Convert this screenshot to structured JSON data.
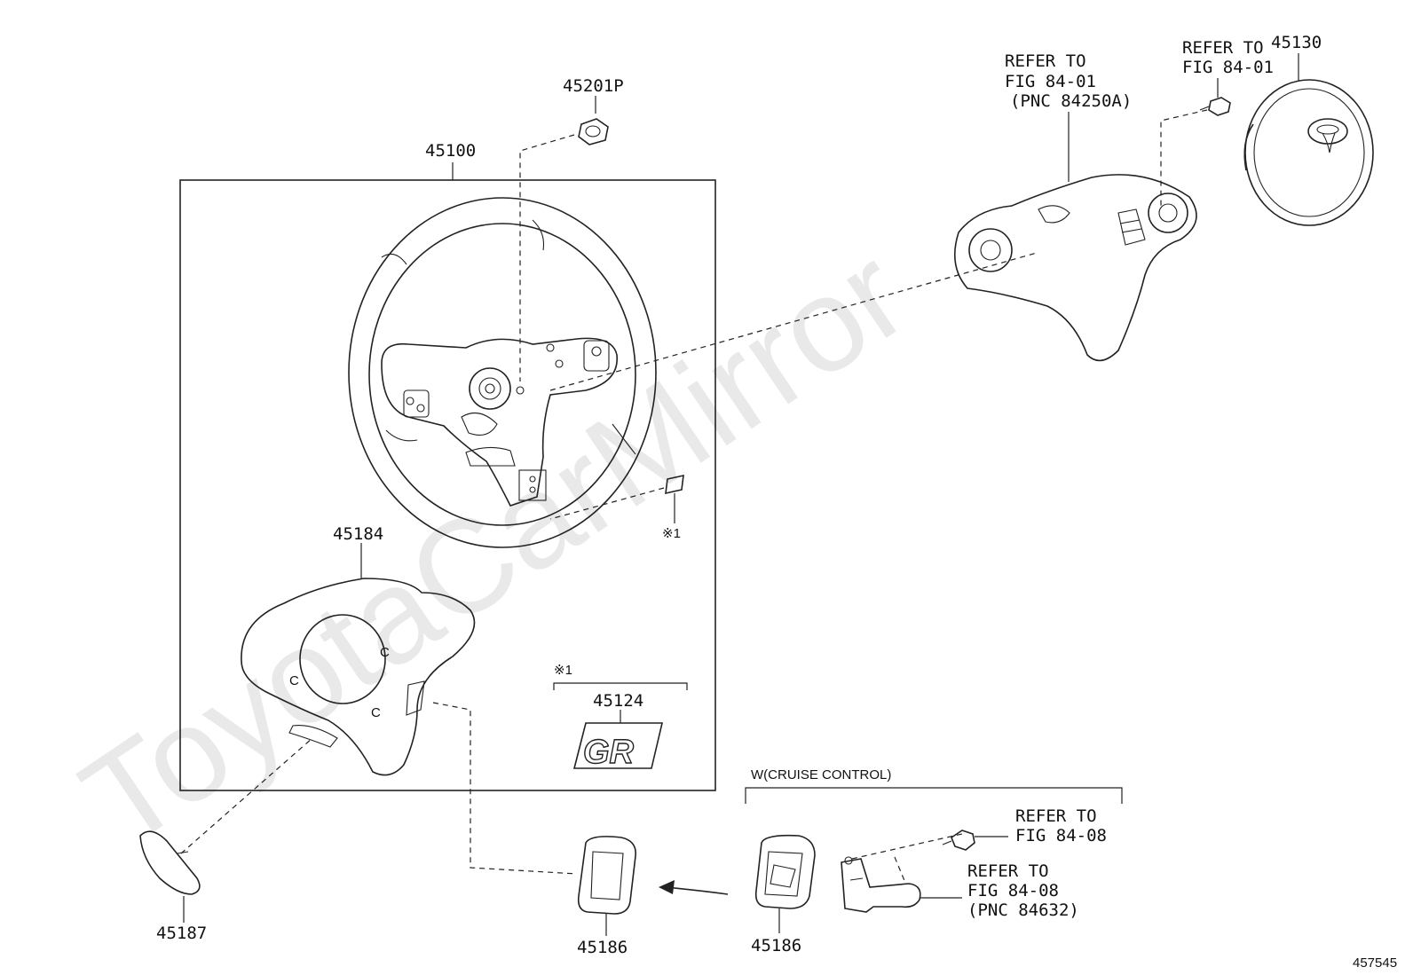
{
  "watermark": "ToyotaCarMirror",
  "figure_number": "457545",
  "parts": {
    "p45100": "45100",
    "p45201P": "45201P",
    "p45130": "45130",
    "p45184": "45184",
    "p45124": "45124",
    "p45187": "45187",
    "p45186a": "45186",
    "p45186b": "45186"
  },
  "notes": {
    "mark1_wheel": "※1",
    "mark1_emblem": "※1",
    "emblem_text": "GR",
    "cruise_group": "W(CRUISE CONTROL)",
    "refer_top_left": [
      "REFER TO",
      "FIG 84-01",
      "(PNC 84250A)"
    ],
    "refer_top_right": [
      "REFER TO",
      "FIG 84-01"
    ],
    "refer_screw": [
      "REFER TO",
      "FIG 84-08"
    ],
    "refer_switch": [
      "REFER TO",
      "FIG 84-08",
      "(PNC 84632)"
    ]
  }
}
